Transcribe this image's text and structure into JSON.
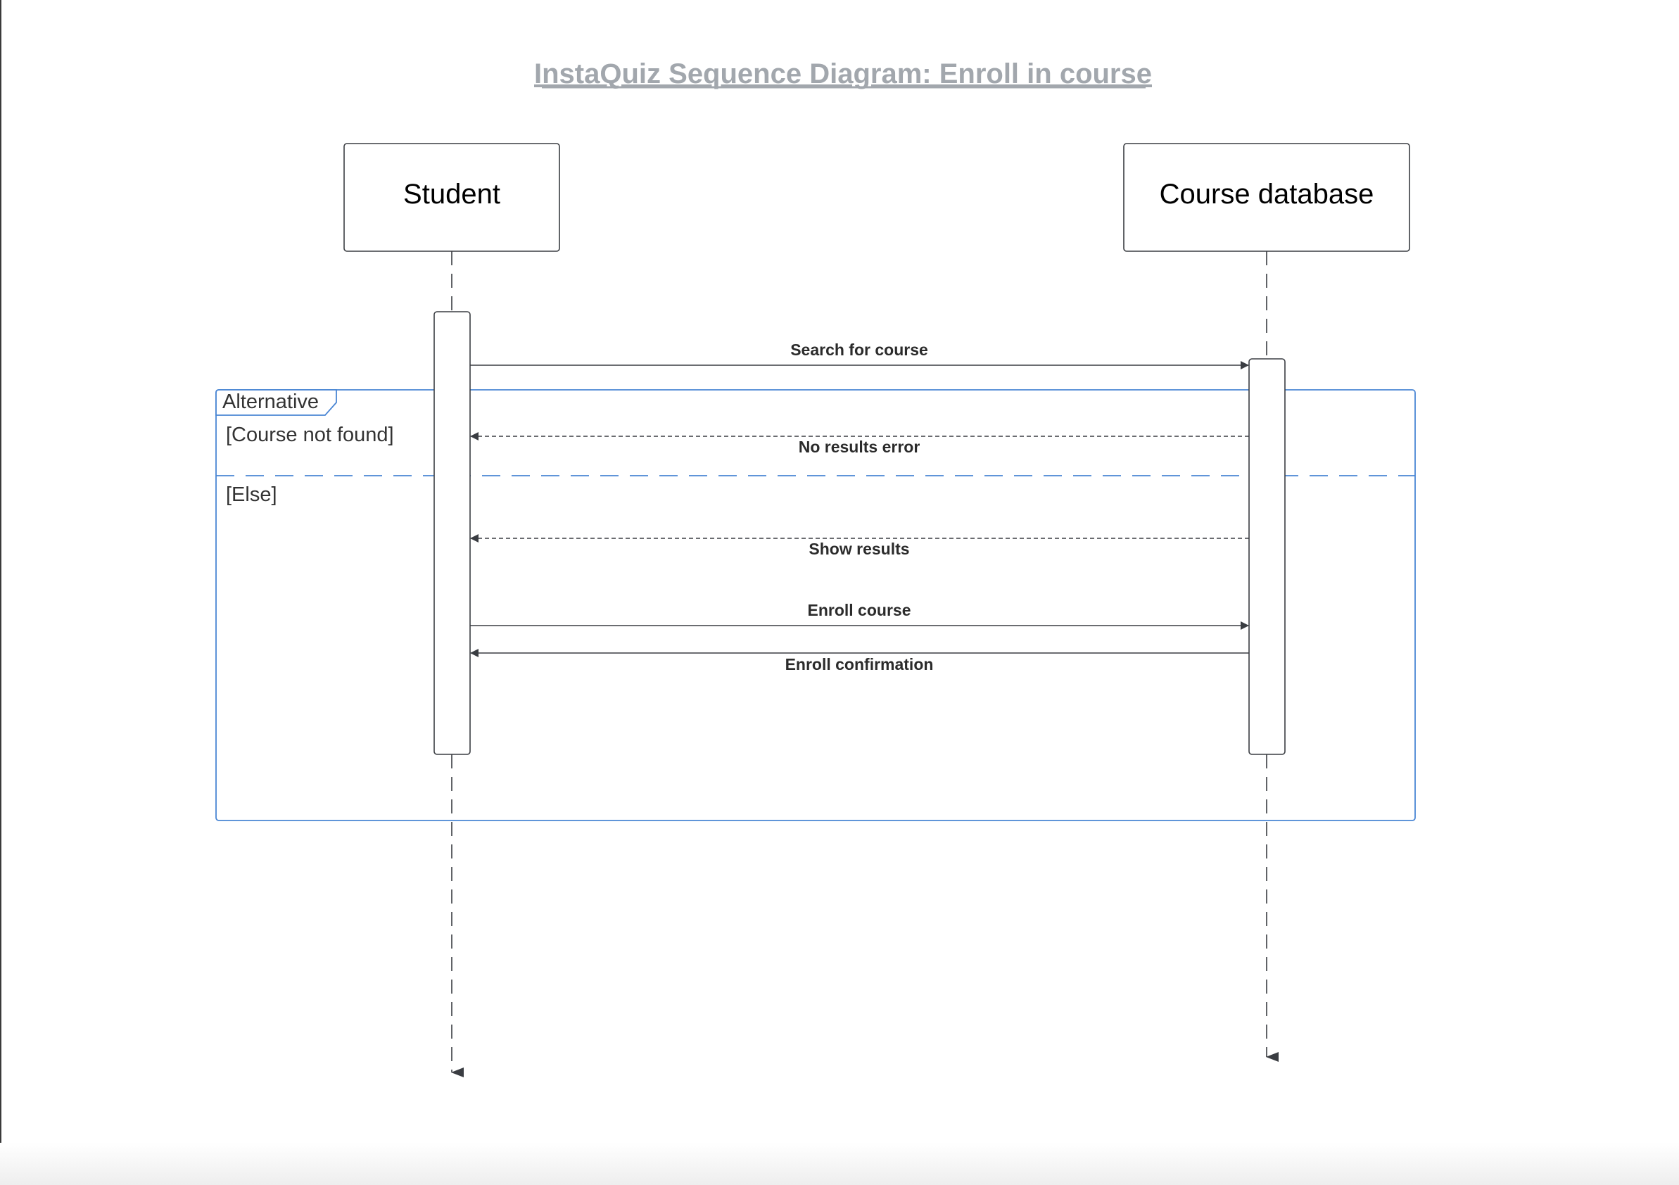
{
  "diagram": {
    "title": "InstaQuiz Sequence Diagram: Enroll in course",
    "lifelines": [
      {
        "label": "Student"
      },
      {
        "label": "Course database"
      }
    ],
    "frame": {
      "operator": "Alternative",
      "conditions": [
        "[Course not found]",
        "[Else]"
      ]
    },
    "messages": [
      {
        "label": "Search for course",
        "from": "Student",
        "to": "Course database",
        "style": "solid"
      },
      {
        "label": "No results error",
        "from": "Course database",
        "to": "Student",
        "style": "dashed"
      },
      {
        "label": "Show results",
        "from": "Course database",
        "to": "Student",
        "style": "dashed"
      },
      {
        "label": "Enroll course",
        "from": "Student",
        "to": "Course database",
        "style": "solid"
      },
      {
        "label": "Enroll confirmation",
        "from": "Course database",
        "to": "Student",
        "style": "solid"
      }
    ],
    "colors": {
      "title": "#a2a7ad",
      "frame": "#4a86d4",
      "line": "#3a3d42"
    }
  }
}
